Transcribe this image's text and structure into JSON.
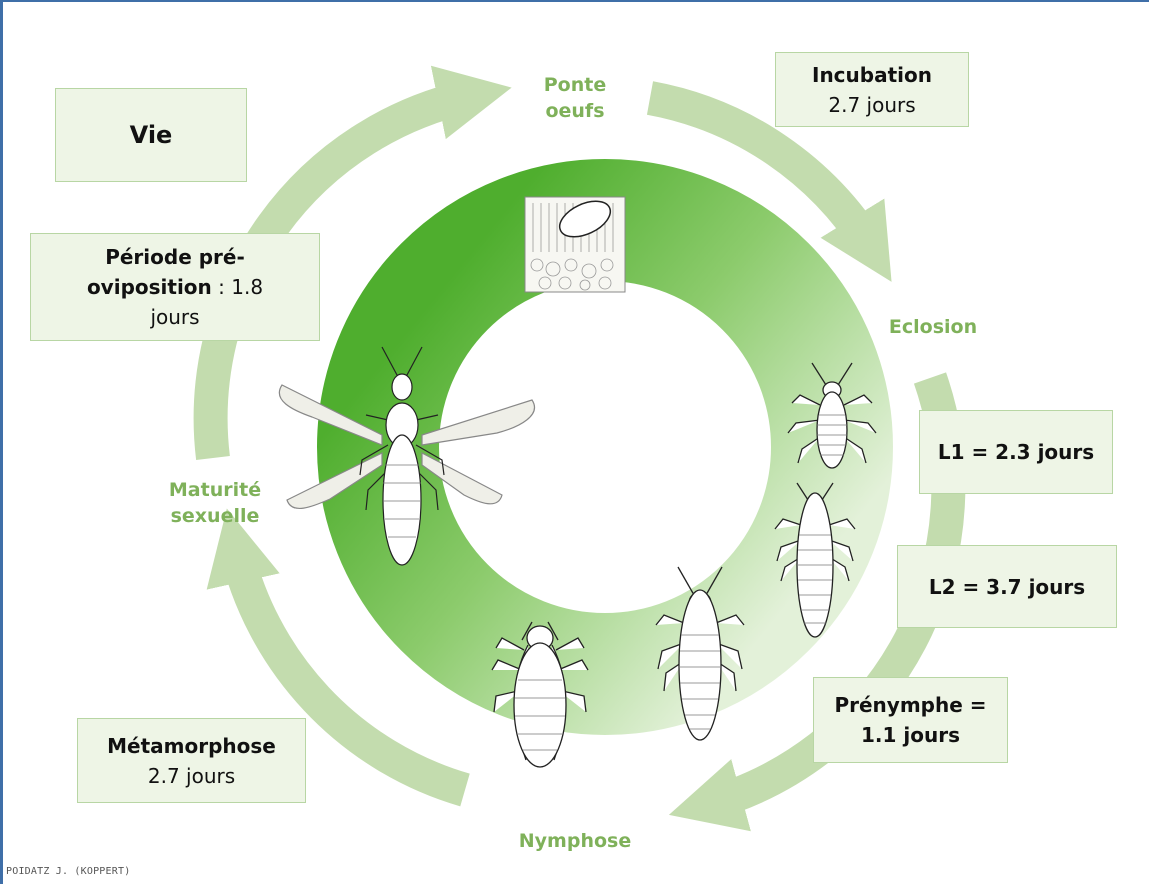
{
  "stages": {
    "ponte": [
      "Ponte",
      "oeufs"
    ],
    "eclosion": "Eclosion",
    "nymphose": "Nymphose",
    "maturite": [
      "Maturité",
      "sexuelle"
    ]
  },
  "boxes": {
    "vie": "Vie",
    "incubation": {
      "title": "Incubation",
      "value": "2.7 jours"
    },
    "preoviposition": {
      "line1": "Période pré-",
      "line2_bold": "oviposition",
      "line2_rest": " : 1.8",
      "line3": "jours"
    },
    "l1": "L1 = 2.3 jours",
    "l2": "L2 = 3.7 jours",
    "prenymphe": {
      "line1": "Prénymphe =",
      "line2": "1.1 jours"
    },
    "metamorphose": {
      "title": "Métamorphose",
      "value": "2.7 jours"
    }
  },
  "credit": "POIDATZ J. (KOPPERT)",
  "colors": {
    "ring_dark": "#5bb53a",
    "ring_light": "#d8edcb",
    "arrow": "#c3dcae",
    "stage_text": "#7fb15a",
    "box_fill": "#eef5e6",
    "frame": "#3f6fa8"
  },
  "icons": [
    "egg-icon",
    "larva-l1-icon",
    "larva-l2-icon",
    "prenymph-icon",
    "pupa-icon",
    "adult-thrips-icon"
  ]
}
